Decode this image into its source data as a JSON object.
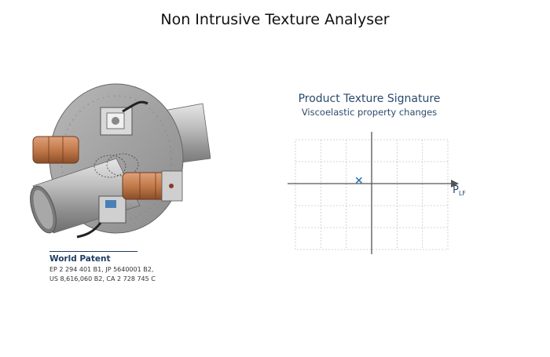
{
  "title": "Non Intrusive Texture Analyser",
  "patent": {
    "heading": "World Patent",
    "lines": [
      "EP 2 294 401 B1, JP 5640001 B2,",
      "US 8,616,060 B2, CA 2 728 745 C"
    ]
  },
  "colors": {
    "patent_text": "#1f3b63",
    "signature_text": "#2b4a6e",
    "grid": "#c8c8c8",
    "axis": "#555555",
    "marker": "#2e75b6",
    "copper": "#c27a4a",
    "steel": "#9a9a9a"
  },
  "chart_data": {
    "type": "scatter",
    "title": "Product Texture Signature",
    "subtitle": "Viscoelastic property changes",
    "xlabel": "P",
    "xlabel_sub": "LF",
    "ylabel": "",
    "grid": true,
    "grid_cols": 6,
    "grid_rows": 5,
    "series": [
      {
        "marker": "x",
        "points": [
          {
            "x": -0.5,
            "y": 0.15
          }
        ]
      }
    ],
    "xlim": [
      -3,
      3
    ],
    "ylim": [
      -3,
      2
    ]
  }
}
